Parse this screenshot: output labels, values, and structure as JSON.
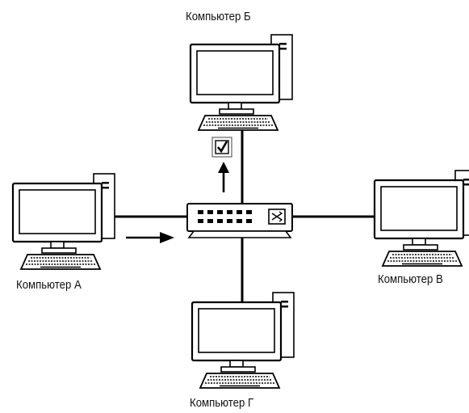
{
  "computers": {
    "a": {
      "label": "Компьютер А"
    },
    "b": {
      "label": "Компьютер Б"
    },
    "v": {
      "label": "Компьютер В"
    },
    "g": {
      "label": "Компьютер Г"
    }
  },
  "switch": {
    "icon": "network-switch-icon"
  },
  "indicators": {
    "checkbox_icon": "checkmark-icon",
    "arrow_up_icon": "arrow-up-icon",
    "arrow_right_icon": "arrow-right-icon"
  },
  "colors": {
    "stroke": "#000000",
    "background": "#ffffff"
  }
}
